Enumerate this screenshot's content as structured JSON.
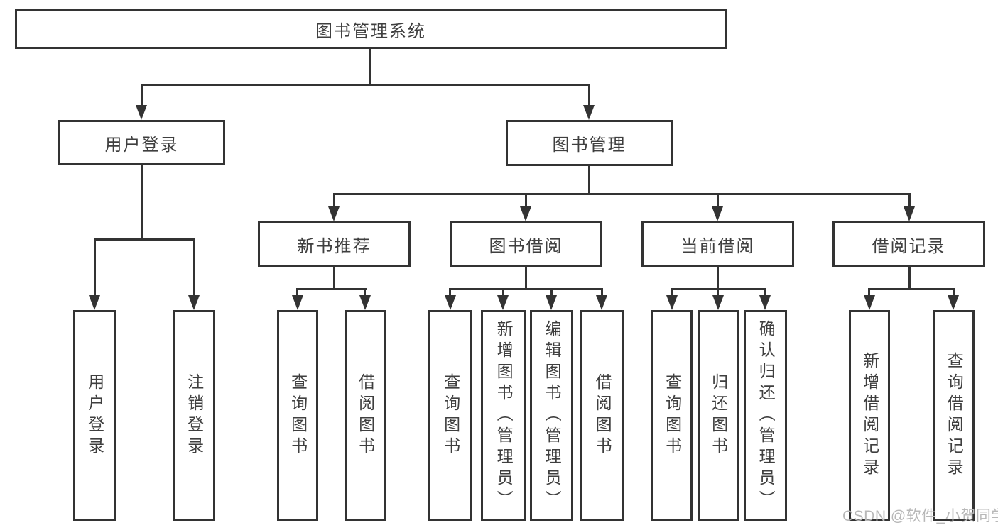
{
  "diagram_title": "图书管理系统",
  "colors": {
    "line": "#333333",
    "box_border": "#333333",
    "text": "#3f3f3f",
    "background": "#ffffff",
    "watermark": "#b8b8b8"
  },
  "watermark": {
    "text": "CSDN @软件_小贺同学"
  },
  "tree": {
    "root": {
      "label": "图书管理系统",
      "children": [
        {
          "label": "用户登录",
          "children": [
            {
              "label": "用户登录"
            },
            {
              "label": "注销登录"
            }
          ]
        },
        {
          "label": "图书管理",
          "children": [
            {
              "label": "新书推荐",
              "children": [
                {
                  "label": "查询图书"
                },
                {
                  "label": "借阅图书"
                }
              ]
            },
            {
              "label": "图书借阅",
              "children": [
                {
                  "label": "查询图书"
                },
                {
                  "label": "新增图书（管理员）"
                },
                {
                  "label": "编辑图书（管理员）"
                },
                {
                  "label": "借阅图书"
                }
              ]
            },
            {
              "label": "当前借阅",
              "children": [
                {
                  "label": "查询图书"
                },
                {
                  "label": "归还图书"
                },
                {
                  "label": "确认归还（管理员）"
                }
              ]
            },
            {
              "label": "借阅记录",
              "children": [
                {
                  "label": "新增借阅记录"
                },
                {
                  "label": "查询借阅记录"
                }
              ]
            }
          ]
        }
      ]
    }
  }
}
